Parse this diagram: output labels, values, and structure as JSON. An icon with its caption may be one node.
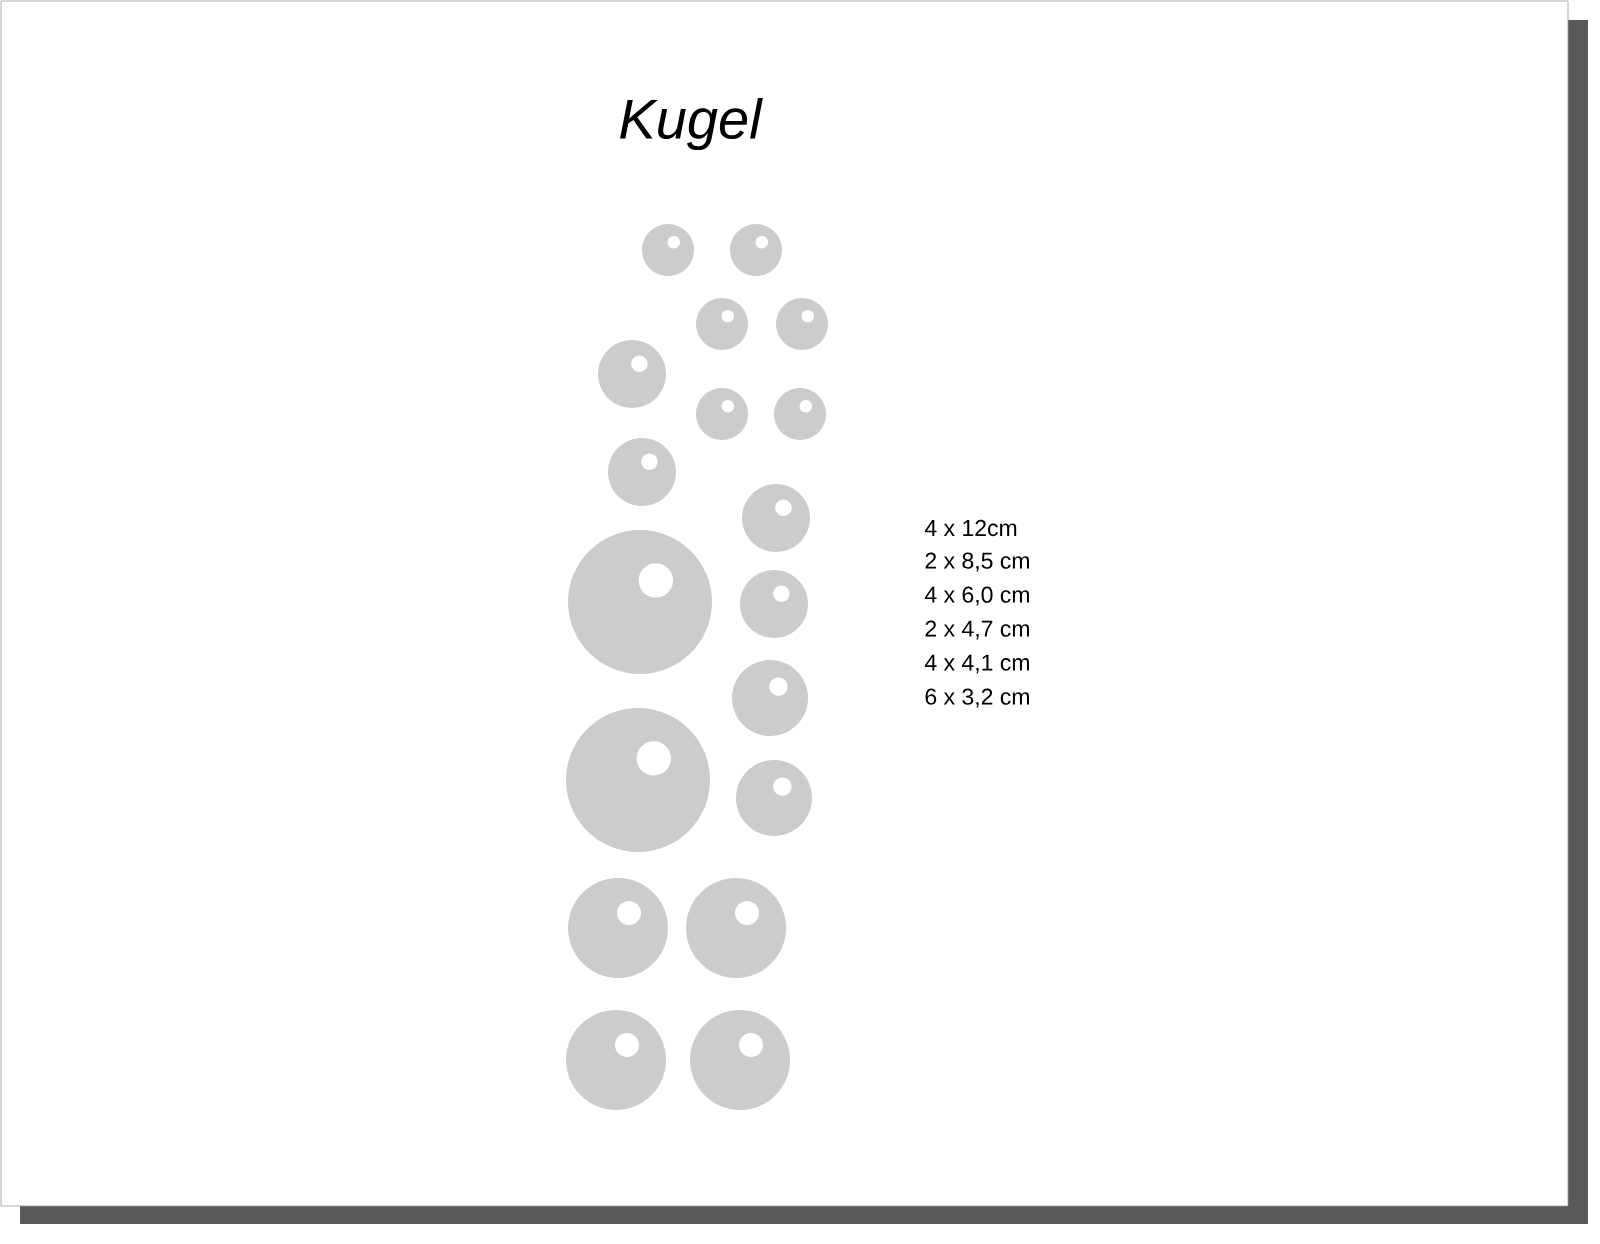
{
  "diagram": {
    "title": "Kugel",
    "labels": [
      "4 x 12cm",
      "2 x 8,5 cm",
      "4 x 6,0 cm",
      "2 x 4,7 cm",
      "4 x 4,1 cm",
      "6 x 3,2 cm"
    ]
  }
}
